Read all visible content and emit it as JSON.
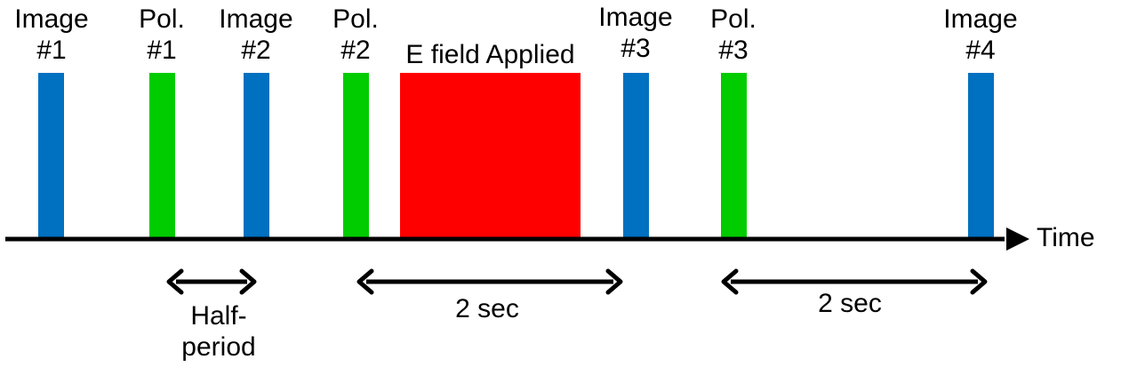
{
  "colors": {
    "image": "#0070c0",
    "polarization": "#00cc00",
    "efield": "#ff0000",
    "axis": "#000000"
  },
  "timeline": {
    "axis_label": "Time",
    "pulses": [
      {
        "kind": "image",
        "line1": "Image",
        "line2": "#1"
      },
      {
        "kind": "polarization",
        "line1": "Pol.",
        "line2": "#1"
      },
      {
        "kind": "image",
        "line1": "Image",
        "line2": "#2"
      },
      {
        "kind": "polarization",
        "line1": "Pol.",
        "line2": "#2"
      },
      {
        "kind": "image",
        "line1": "Image",
        "line2": "#3"
      },
      {
        "kind": "polarization",
        "line1": "Pol.",
        "line2": "#3"
      },
      {
        "kind": "image",
        "line1": "Image",
        "line2": "#4"
      }
    ],
    "efield_block": {
      "label": "E field Applied"
    },
    "intervals": [
      {
        "line1": "Half-",
        "line2": "period"
      },
      {
        "line1": "2 sec",
        "line2": ""
      },
      {
        "line1": "2 sec",
        "line2": ""
      }
    ]
  }
}
